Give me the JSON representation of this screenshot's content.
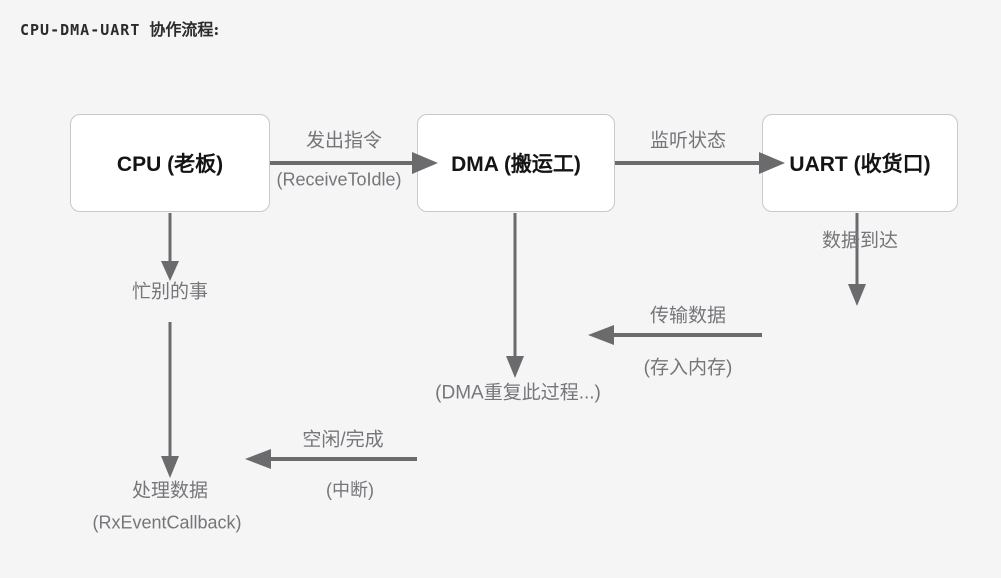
{
  "title": {
    "code": "CPU-DMA-UART",
    "text": "协作流程:"
  },
  "colors": {
    "background": "#f5f5f6",
    "node_fill": "#ffffff",
    "node_border": "#c8c8cd",
    "node_text": "#141414",
    "arrow": "#6b6b6e",
    "label_text": "#76767a"
  },
  "nodes": {
    "cpu": {
      "label": "CPU (老板)"
    },
    "dma": {
      "label": "DMA (搬运工)"
    },
    "uart": {
      "label": "UART (收货口)"
    }
  },
  "labels": {
    "issue_command": "发出指令",
    "issue_command_sub": "(ReceiveToIdle)",
    "listen_status": "监听状态",
    "data_arrival": "数据到达",
    "transfer_data": "传输数据",
    "transfer_data_sub": "(存入内存)",
    "dma_repeat": "(DMA重复此过程...)",
    "busy_with_other": "忙别的事",
    "idle_complete": "空闲/完成",
    "idle_complete_sub": "(中断)",
    "process_data": "处理数据",
    "process_data_sub": "(RxEventCallback)"
  }
}
